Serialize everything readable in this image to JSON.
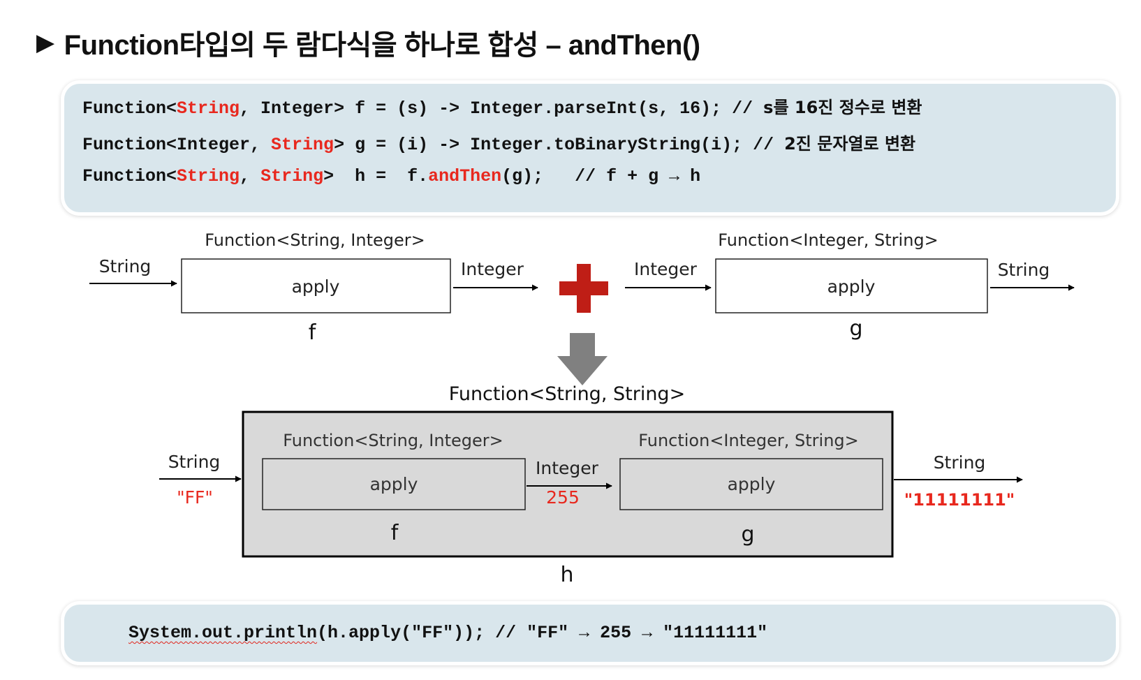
{
  "title": {
    "marker": "▶",
    "text": "Function타입의 두 람다식을 하나로 합성 – andThen()"
  },
  "code_top": {
    "line1": {
      "a": "Function<",
      "b": "String",
      "c": ", Integer> f = (s) -> Integer.parseInt(s, 16); // ",
      "d": "s를 16진 정수로 변환"
    },
    "line2": {
      "a": "Function<Integer, ",
      "b": "String",
      "c": "> g = (i) -> Integer.toBinaryString(i); // ",
      "d": "2진 문자열로 변환"
    },
    "line3": {
      "a": "Function<",
      "b": "String",
      "c": ", ",
      "d": "String",
      "e": ">  h =  f.",
      "f": "andThen",
      "g": "(g);   // f + g → h"
    }
  },
  "code_bottom": {
    "squiggled": "System.out.println",
    "rest": "(h.apply(\"FF\")); // \"FF\" → 255 → \"11111111\""
  },
  "diagram": {
    "top_left": {
      "type_label": "Function<String, Integer>",
      "input_label": "String",
      "box_label": "apply",
      "output_label": "Integer",
      "name": "f"
    },
    "plus": "+",
    "top_right": {
      "type_label": "Function<Integer, String>",
      "input_label": "Integer",
      "box_label": "apply",
      "output_label": "String",
      "name": "g"
    },
    "composed": {
      "type_label": "Function<String, String>",
      "input_label": "String",
      "input_value": "\"FF\"",
      "inner_f_type": "Function<String, Integer>",
      "inner_f_box": "apply",
      "inner_f_name": "f",
      "middle_label": "Integer",
      "middle_value": "255",
      "inner_g_type": "Function<Integer, String>",
      "inner_g_box": "apply",
      "inner_g_name": "g",
      "output_label": "String",
      "output_value": "\"11111111\"",
      "name": "h"
    }
  },
  "colors": {
    "accent_red": "#e8281e",
    "code_bg": "#d9e6ec",
    "plus_red": "#bf1e16",
    "down_arrow": "#808080",
    "composed_bg": "#d9d9d9"
  }
}
